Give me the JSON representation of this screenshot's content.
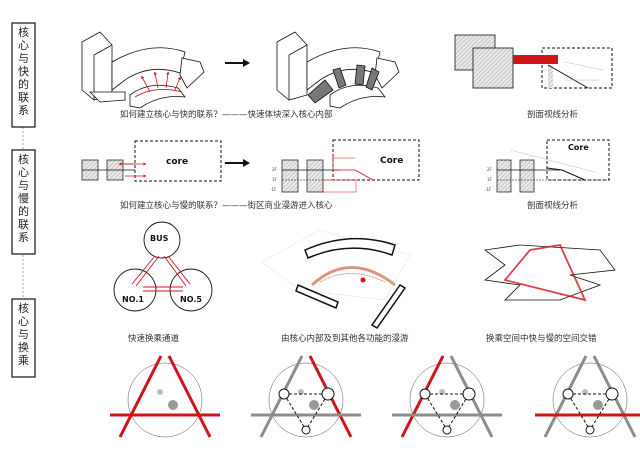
{
  "sidebar": {
    "sections": [
      {
        "label_chars": [
          "核",
          "心",
          "与",
          "快",
          "的",
          "联",
          "系"
        ]
      },
      {
        "label_chars": [
          "核",
          "心",
          "与",
          "慢",
          "的",
          "联",
          "系"
        ]
      },
      {
        "label_chars": [
          "核",
          "心",
          "与",
          "换",
          "乘"
        ]
      }
    ]
  },
  "row1": {
    "caption": "如何建立核心与快的联系？———快速体块深入核心内部",
    "section_caption": "剖面视线分析"
  },
  "row2": {
    "core_label_before": "core",
    "core_label_after": "Core",
    "core_label_section": "Core",
    "floors": [
      "2F",
      "1F",
      "-1F"
    ],
    "caption": "如何建立核心与慢的联系？———街区商业漫游进入核心",
    "section_caption": "剖面视线分析"
  },
  "row3": {
    "nodes": [
      "BUS",
      "NO.1",
      "NO.5"
    ],
    "captions": [
      "快速换乘通道",
      "由核心内部及到其他各功能的漫游",
      "换乘空间中快与慢的空间交错"
    ]
  },
  "colors": {
    "accent": "#d0141b",
    "gray": "#8c8c8c",
    "line": "#111111"
  }
}
